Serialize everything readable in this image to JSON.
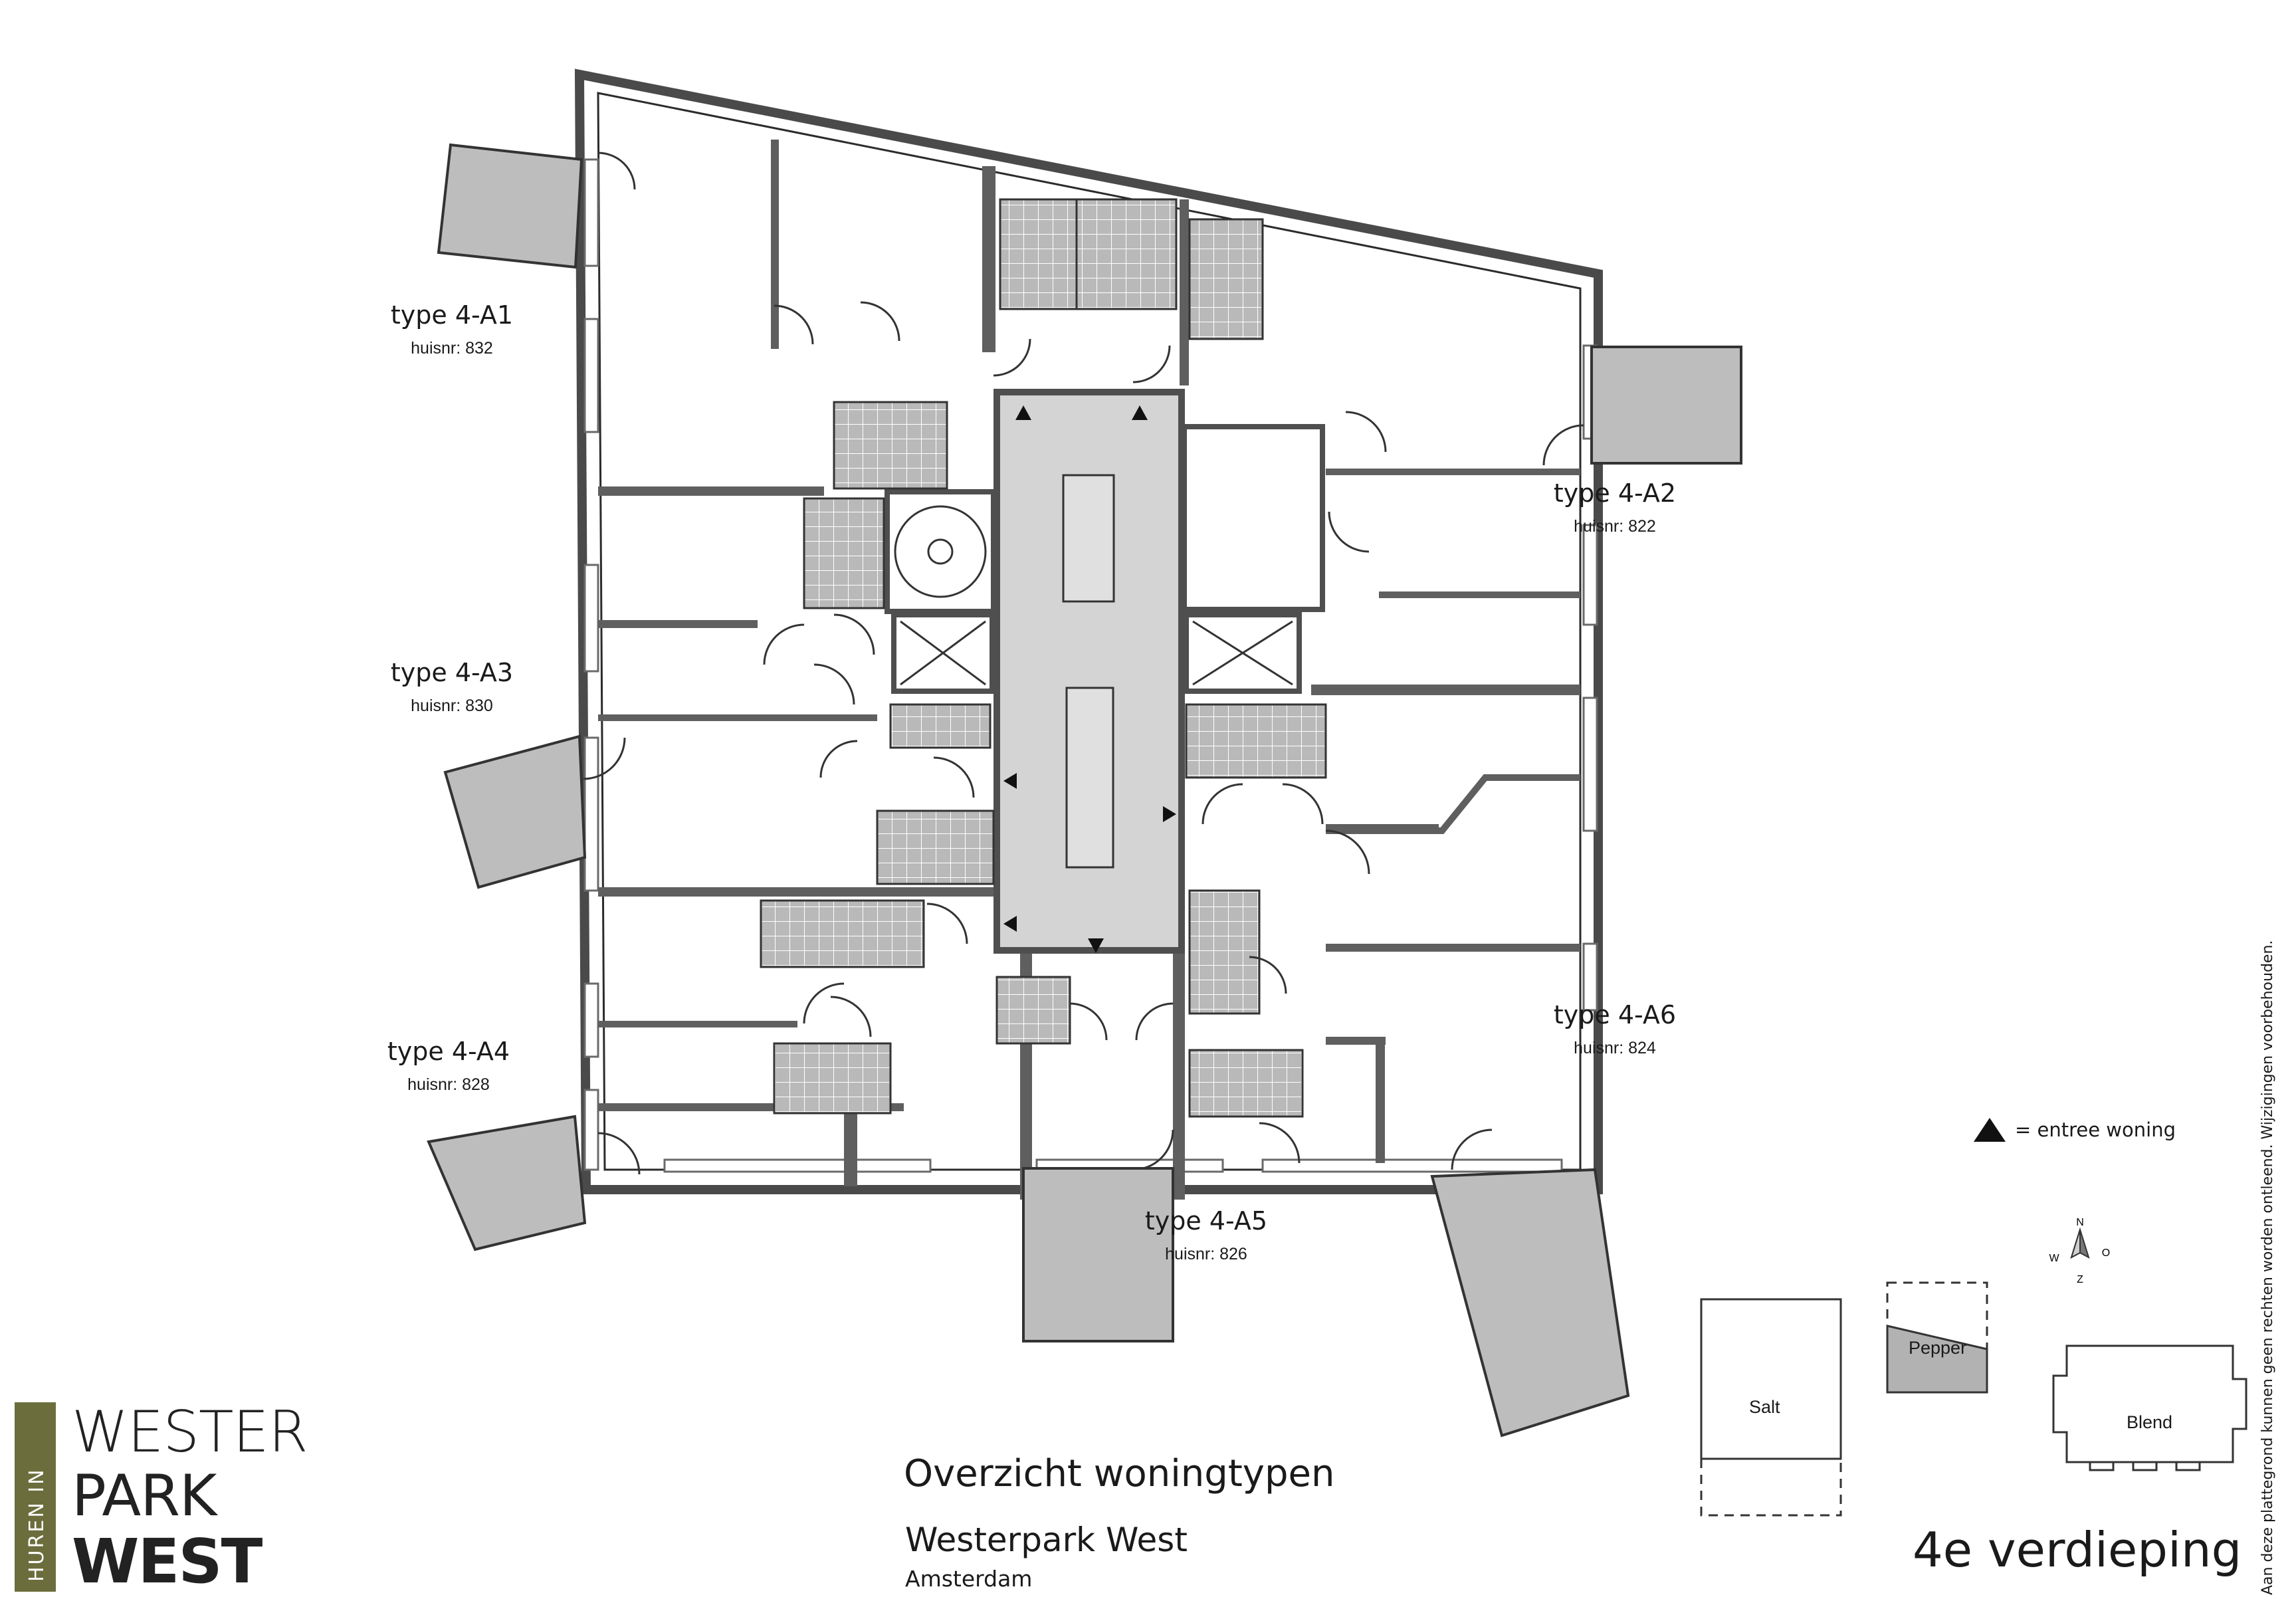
{
  "units": [
    {
      "type": "type 4-A1",
      "nr": "huisnr: 832"
    },
    {
      "type": "type 4-A2",
      "nr": "huisnr: 822"
    },
    {
      "type": "type 4-A3",
      "nr": "huisnr: 830"
    },
    {
      "type": "type 4-A6",
      "nr": "huisnr: 824"
    },
    {
      "type": "type 4-A4",
      "nr": "huisnr: 828"
    },
    {
      "type": "type 4-A5",
      "nr": "huisnr: 826"
    }
  ],
  "legend": {
    "entrance_label": "=  entree woning",
    "entrance_icon": "triangle-up-icon"
  },
  "compass": {
    "n": "N",
    "o": "O",
    "z": "Z",
    "w": "W"
  },
  "blocks": {
    "salt": "Salt",
    "pepper": "Pepper",
    "blend": "Blend"
  },
  "title": {
    "main": "Overzicht woningtypen",
    "project": "Westerpark West",
    "city": "Amsterdam",
    "floor": "4e verdieping"
  },
  "disclaimer": "Aan deze plattegrond kunnen geen rechten worden ontleend. Wijzigingen voorbehouden.",
  "logo": {
    "band_text": "HUREN IN",
    "line1": "WESTER",
    "line2": "PARK",
    "line3": "WEST"
  },
  "colors": {
    "wall": "#5f5f5f",
    "corridor": "#d4d4d4",
    "wet_room": "#b7b7b7",
    "balcony": "#bdbdbd",
    "logo_band": "#6b6e3c"
  }
}
